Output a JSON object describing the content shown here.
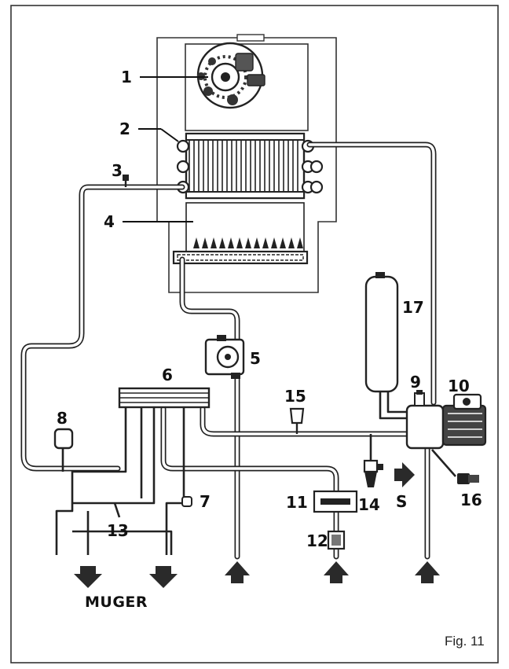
{
  "figure": {
    "caption": "Fig. 11",
    "outlet_label": "MUGER",
    "direction_label": "S"
  },
  "callouts": [
    {
      "number": "1"
    },
    {
      "number": "2"
    },
    {
      "number": "3"
    },
    {
      "number": "4"
    },
    {
      "number": "5"
    },
    {
      "number": "6"
    },
    {
      "number": "7"
    },
    {
      "number": "8"
    },
    {
      "number": "9"
    },
    {
      "number": "10"
    },
    {
      "number": "11"
    },
    {
      "number": "12"
    },
    {
      "number": "13"
    },
    {
      "number": "14"
    },
    {
      "number": "15"
    },
    {
      "number": "16"
    },
    {
      "number": "17"
    }
  ]
}
